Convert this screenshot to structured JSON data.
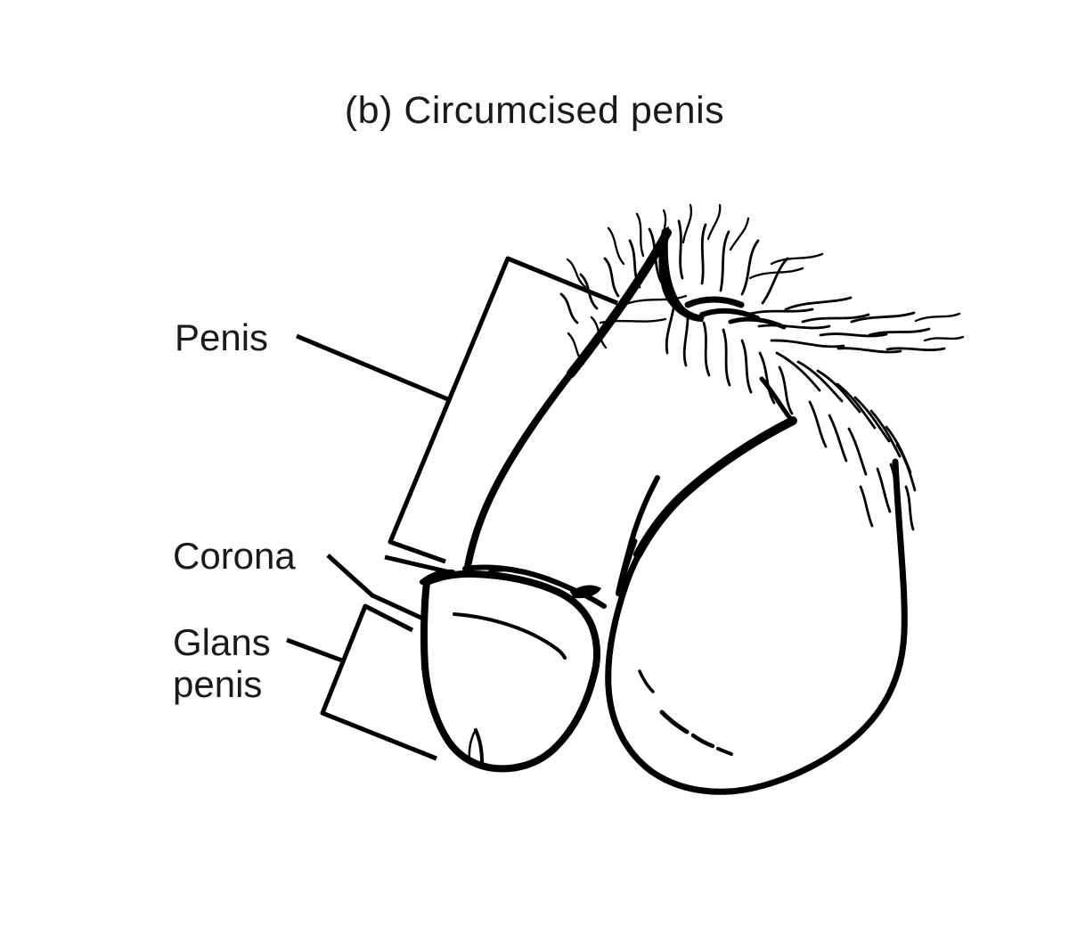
{
  "figure": {
    "title": "(b) Circumcised penis",
    "labels": {
      "penis": "Penis",
      "corona": "Corona",
      "glans_line1": "Glans",
      "glans_line2": "penis"
    },
    "colors": {
      "ink": "#000000",
      "background": "#ffffff"
    }
  }
}
